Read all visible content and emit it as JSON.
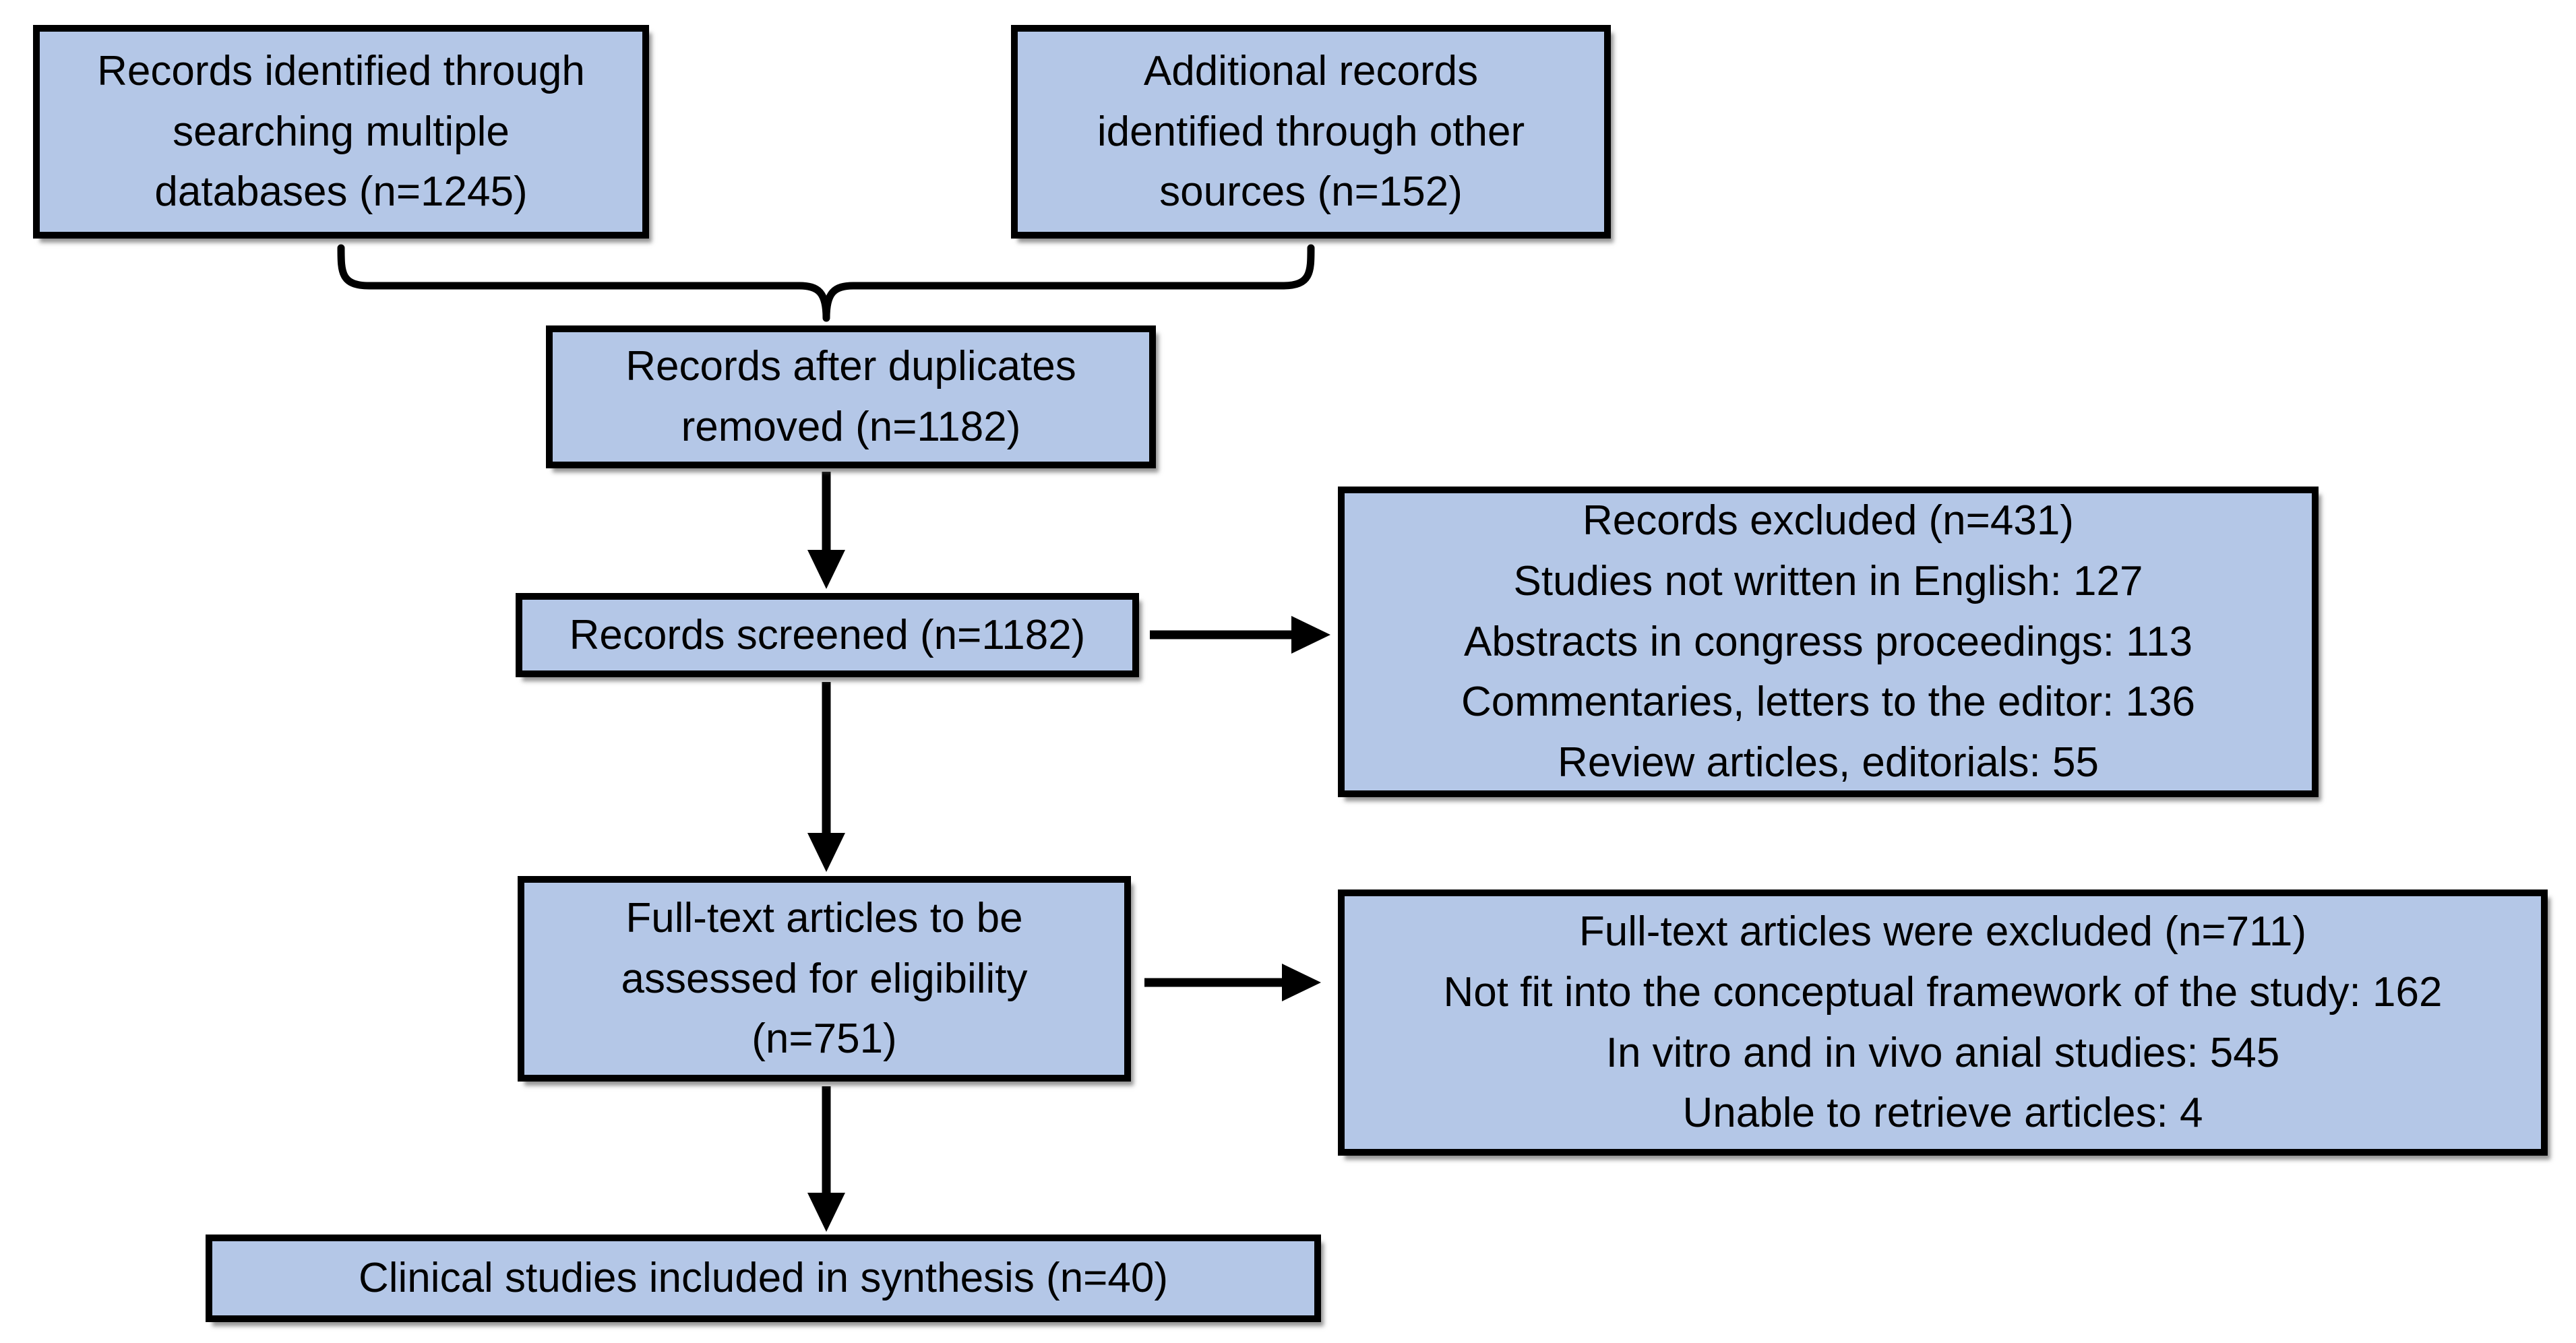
{
  "diagram": {
    "type": "prisma-flowchart",
    "colors": {
      "background": "#ffffff",
      "box_fill": "#b4c7e7",
      "box_border": "#000000",
      "line_color": "#000000",
      "text_color": "#000000"
    },
    "boxes": {
      "identified": {
        "lines": [
          "Records identified through",
          "searching multiple",
          "databases (n=1245)"
        ]
      },
      "additional": {
        "lines": [
          "Additional records",
          "identified through other",
          "sources (n=152)"
        ]
      },
      "deduplicated": {
        "lines": [
          "Records after duplicates",
          "removed (n=1182)"
        ]
      },
      "screened": {
        "lines": [
          "Records screened (n=1182)"
        ]
      },
      "records_excluded": {
        "lines": [
          "Records excluded (n=431)",
          "Studies not written in English: 127",
          "Abstracts in congress proceedings: 113",
          "Commentaries, letters to the editor: 136",
          "Review articles, editorials: 55"
        ]
      },
      "fulltext_assessed": {
        "lines": [
          "Full-text articles to be",
          "assessed for eligibility",
          "(n=751)"
        ]
      },
      "fulltext_excluded": {
        "lines": [
          "Full-text articles were excluded (n=711)",
          "Not fit into the conceptual framework of the study: 162",
          "In vitro and in vivo anial studies: 545",
          "Unable to retrieve articles: 4"
        ]
      },
      "included": {
        "lines": [
          "Clinical studies included in synthesis (n=40)"
        ]
      }
    }
  }
}
